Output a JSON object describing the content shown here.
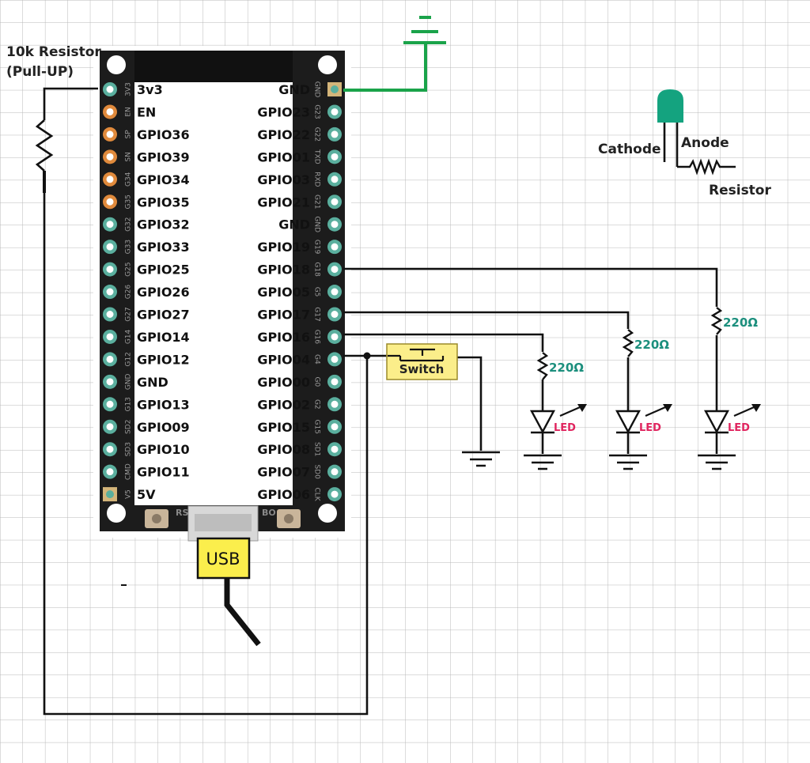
{
  "board": {
    "left_pins": [
      {
        "label": "3v3",
        "silk": "3V3",
        "color": "teal"
      },
      {
        "label": "EN",
        "silk": "EN",
        "color": "orange"
      },
      {
        "label": "GPIO36",
        "silk": "SP",
        "color": "orange"
      },
      {
        "label": "GPIO39",
        "silk": "SN",
        "color": "orange"
      },
      {
        "label": "GPIO34",
        "silk": "G34",
        "color": "orange"
      },
      {
        "label": "GPIO35",
        "silk": "G35",
        "color": "orange"
      },
      {
        "label": "GPIO32",
        "silk": "G32",
        "color": "teal"
      },
      {
        "label": "GPIO33",
        "silk": "G33",
        "color": "teal"
      },
      {
        "label": "GPIO25",
        "silk": "G25",
        "color": "teal"
      },
      {
        "label": "GPIO26",
        "silk": "G26",
        "color": "teal"
      },
      {
        "label": "GPIO27",
        "silk": "G27",
        "color": "teal"
      },
      {
        "label": "GPIO14",
        "silk": "G14",
        "color": "teal"
      },
      {
        "label": "GPIO12",
        "silk": "G12",
        "color": "teal"
      },
      {
        "label": "GND",
        "silk": "GND",
        "color": "teal"
      },
      {
        "label": "GPIO13",
        "silk": "G13",
        "color": "teal"
      },
      {
        "label": "GPIO09",
        "silk": "SD2",
        "color": "teal"
      },
      {
        "label": "GPIO10",
        "silk": "SD3",
        "color": "teal"
      },
      {
        "label": "GPIO11",
        "silk": "CMD",
        "color": "teal"
      },
      {
        "label": "5V",
        "silk": "V5",
        "color": "square"
      }
    ],
    "right_pins": [
      {
        "label": "GND",
        "silk": "GND",
        "color": "square"
      },
      {
        "label": "GPIO23",
        "silk": "G23",
        "color": "teal"
      },
      {
        "label": "GPIO22",
        "silk": "G22",
        "color": "teal"
      },
      {
        "label": "GPIO01",
        "silk": "TXD",
        "color": "teal"
      },
      {
        "label": "GPIO03",
        "silk": "RXD",
        "color": "teal"
      },
      {
        "label": "GPIO21",
        "silk": "G21",
        "color": "teal"
      },
      {
        "label": "GND",
        "silk": "GND",
        "color": "teal"
      },
      {
        "label": "GPIO19",
        "silk": "G19",
        "color": "teal"
      },
      {
        "label": "GPIO18",
        "silk": "G18",
        "color": "teal"
      },
      {
        "label": "GPIO05",
        "silk": "G5",
        "color": "teal"
      },
      {
        "label": "GPIO17",
        "silk": "G17",
        "color": "teal"
      },
      {
        "label": "GPIO16",
        "silk": "G16",
        "color": "teal"
      },
      {
        "label": "GPIO04",
        "silk": "G4",
        "color": "teal"
      },
      {
        "label": "GPIO00",
        "silk": "G0",
        "color": "teal"
      },
      {
        "label": "GPIO02",
        "silk": "G2",
        "color": "teal"
      },
      {
        "label": "GPIO15",
        "silk": "G15",
        "color": "teal"
      },
      {
        "label": "GPIO08",
        "silk": "SD1",
        "color": "teal"
      },
      {
        "label": "GPIO07",
        "silk": "SD0",
        "color": "teal"
      },
      {
        "label": "GPIO06",
        "silk": "CLK",
        "color": "teal"
      }
    ],
    "bottom_left_silk": "RS",
    "bottom_right_silk": "BO"
  },
  "labels": {
    "pullup_line1": "10k Resistor",
    "pullup_line2": "(Pull-UP)",
    "switch": "Switch",
    "usb": "USB",
    "resistor_value": "220Ω",
    "led": "LED",
    "legend_cathode": "Cathode",
    "legend_anode": "Anode",
    "legend_resistor": "Resistor"
  },
  "colors": {
    "board": "#1c1c1c",
    "pin_teal": "#5aaf9e",
    "pin_orange": "#e08a3c",
    "ground_wire": "#1aa34a",
    "led_body": "#14a37f",
    "resistor_value_text": "#1c8f7d",
    "led_text": "#e0245e",
    "switch_fill": "#fbee8a",
    "usb_fill": "#fbee4c"
  }
}
